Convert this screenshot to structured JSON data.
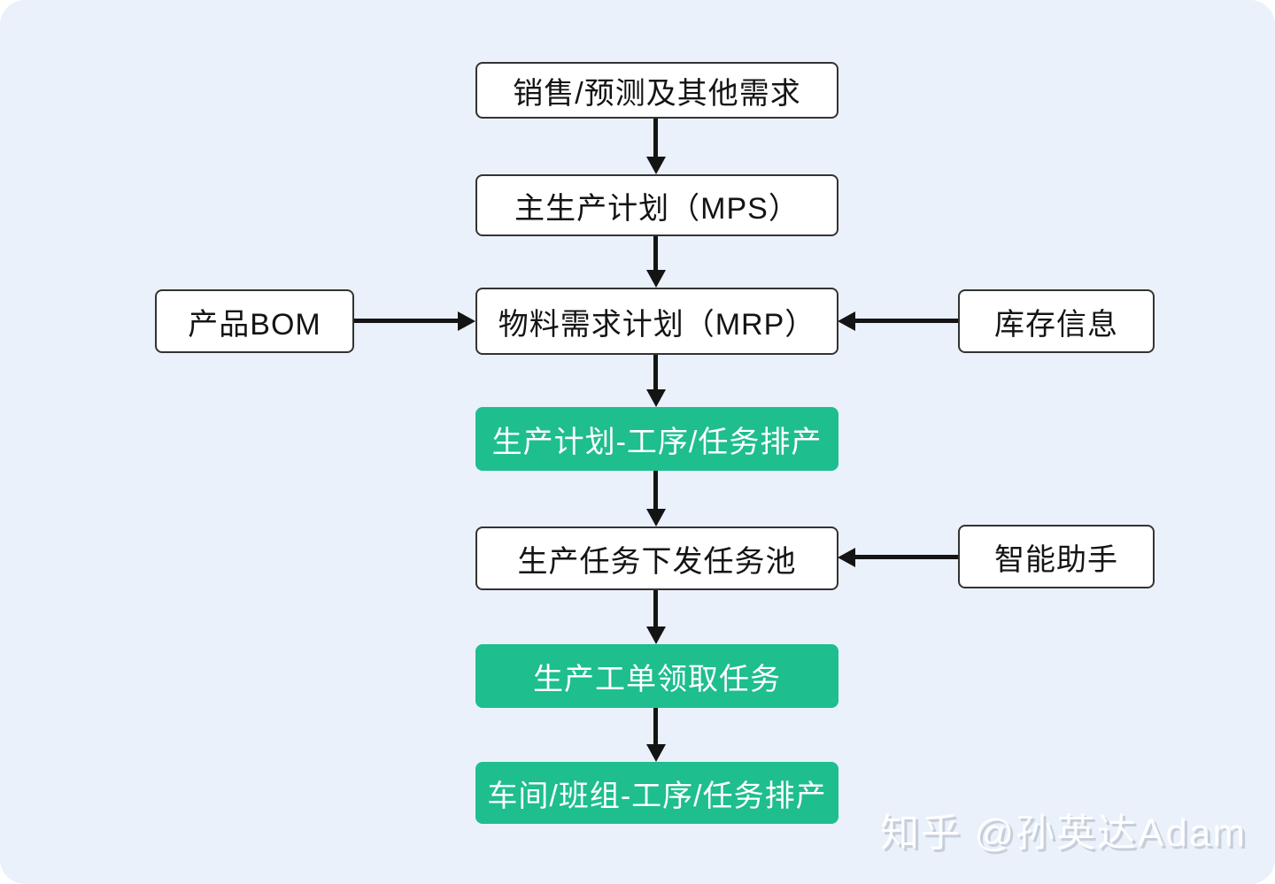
{
  "colors": {
    "panel_background": "#eaf1fa",
    "node_background": "#ffffff",
    "node_border": "#333333",
    "accent_green": "#1ebe8e",
    "arrow": "#141414",
    "text": "#141414",
    "green_node_text": "#ffffff"
  },
  "diagram": {
    "nodes": [
      {
        "id": "sales-forecast-demand",
        "label": "销售/预测及其他需求",
        "style": "white"
      },
      {
        "id": "master-production-schedule",
        "label": "主生产计划（MPS）",
        "style": "white"
      },
      {
        "id": "product-bom",
        "label": "产品BOM",
        "style": "white"
      },
      {
        "id": "material-requirements-planning",
        "label": "物料需求计划（MRP）",
        "style": "white"
      },
      {
        "id": "inventory-info",
        "label": "库存信息",
        "style": "white"
      },
      {
        "id": "production-plan-scheduling",
        "label": "生产计划-工序/任务排产",
        "style": "green"
      },
      {
        "id": "task-pool",
        "label": "生产任务下发任务池",
        "style": "white"
      },
      {
        "id": "smart-assistant",
        "label": "智能助手",
        "style": "white"
      },
      {
        "id": "work-order-claim-task",
        "label": "生产工单领取任务",
        "style": "green"
      },
      {
        "id": "workshop-team-scheduling",
        "label": "车间/班组-工序/任务排产",
        "style": "green"
      }
    ],
    "edges": [
      {
        "from": "sales-forecast-demand",
        "to": "master-production-schedule",
        "direction": "down"
      },
      {
        "from": "master-production-schedule",
        "to": "material-requirements-planning",
        "direction": "down"
      },
      {
        "from": "product-bom",
        "to": "material-requirements-planning",
        "direction": "right"
      },
      {
        "from": "inventory-info",
        "to": "material-requirements-planning",
        "direction": "left"
      },
      {
        "from": "material-requirements-planning",
        "to": "production-plan-scheduling",
        "direction": "down"
      },
      {
        "from": "production-plan-scheduling",
        "to": "task-pool",
        "direction": "down"
      },
      {
        "from": "smart-assistant",
        "to": "task-pool",
        "direction": "left"
      },
      {
        "from": "task-pool",
        "to": "work-order-claim-task",
        "direction": "down"
      },
      {
        "from": "work-order-claim-task",
        "to": "workshop-team-scheduling",
        "direction": "down"
      }
    ]
  },
  "watermark": {
    "text": "知乎 @孙英达Adam"
  }
}
